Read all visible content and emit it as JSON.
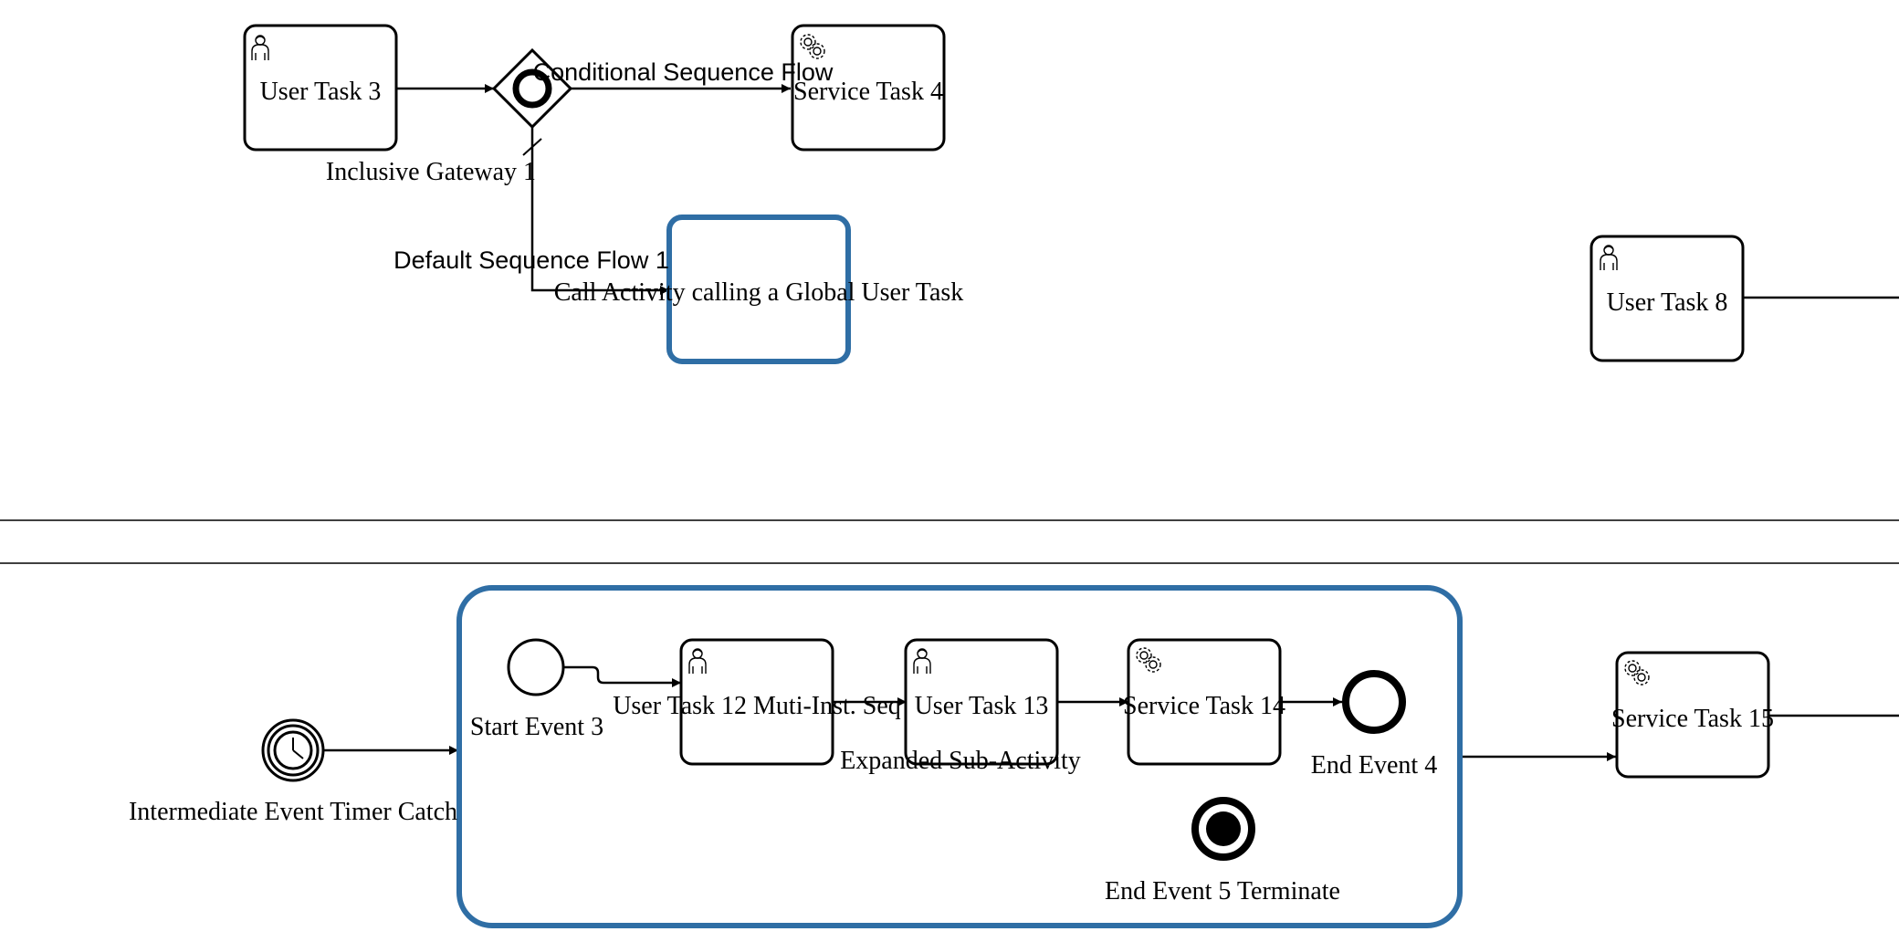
{
  "diagram": {
    "tasks": {
      "user_task_3": "User Task 3",
      "service_task_4": "Service Task 4",
      "call_activity": "Call Activity calling a Global User Task",
      "user_task_8": "User Task 8",
      "user_task_12": "User Task 12 Muti-Inst. Seq",
      "user_task_13": "User Task 13",
      "service_task_14": "Service Task 14",
      "service_task_15": "Service Task 15"
    },
    "gateways": {
      "inclusive_gateway_1": "Inclusive Gateway 1"
    },
    "flows": {
      "conditional": "Conditional Sequence Flow",
      "default": "Default Sequence Flow 1"
    },
    "events": {
      "start_event_3": "Start Event 3",
      "end_event_4": "End Event 4",
      "end_event_5": "End Event 5 Terminate",
      "timer_catch": "Intermediate Event Timer Catch"
    },
    "subprocess": {
      "label": "Expanded Sub-Activity"
    },
    "colors": {
      "selection": "#2f6ea5",
      "stroke": "#000000",
      "background": "#ffffff"
    }
  }
}
